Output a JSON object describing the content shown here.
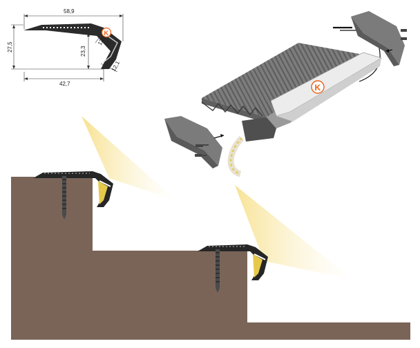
{
  "drawing": {
    "dim_width_top": "58,9",
    "dim_height_left": "27,5",
    "dim_width_bottom": "42,7",
    "dim_height_inner": "23,3",
    "dim_channel_upper": "12,8",
    "dim_channel_lower": "12,1",
    "badge_letter": "K"
  },
  "colors": {
    "step": "#7a6458",
    "profile": "#262626",
    "aluminium": "#8c8c8c",
    "diffuser": "#e8e8e8",
    "led_strip": "#e6c94a",
    "light": "#f7e8a4",
    "badge": "#e8611a"
  }
}
